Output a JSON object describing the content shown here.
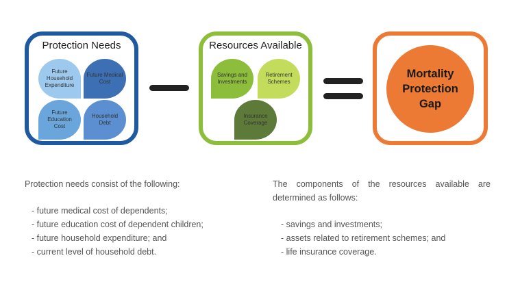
{
  "colors": {
    "needs_border": "#1f5aa0",
    "resources_border": "#8cbe3c",
    "gap_border": "#ec7a35",
    "gap_fill": "#ec7a35",
    "operator": "#222222"
  },
  "needs": {
    "title": "Protection Needs",
    "items": [
      {
        "label": "Future Household Expenditure",
        "color": "#9ec9ee"
      },
      {
        "label": "Future Medical Cost",
        "color": "#3d6fb4"
      },
      {
        "label": "Future Education Cost",
        "color": "#6aa6dc"
      },
      {
        "label": "Household Debt",
        "color": "#5b8fd1"
      }
    ]
  },
  "resources": {
    "title": "Resources Available",
    "items": [
      {
        "label": "Savings and Investments",
        "color": "#8cbe3c"
      },
      {
        "label": "Retirement Schemes",
        "color": "#c3dc5c"
      },
      {
        "label": "Insurance Coverage",
        "color": "#5d7a38"
      }
    ]
  },
  "gap": {
    "title": "Mortality Protection Gap"
  },
  "left_text": {
    "intro": "Protection needs consist of the following:",
    "bullets": [
      "- future medical cost of dependents;",
      "- future education cost of dependent children;",
      "- future household expenditure; and",
      "- current level of household debt."
    ]
  },
  "right_text": {
    "intro": "The components of the resources available are determined as follows:",
    "bullets": [
      "- savings and investments;",
      "- assets related to retirement schemes; and",
      "- life insurance coverage."
    ]
  }
}
